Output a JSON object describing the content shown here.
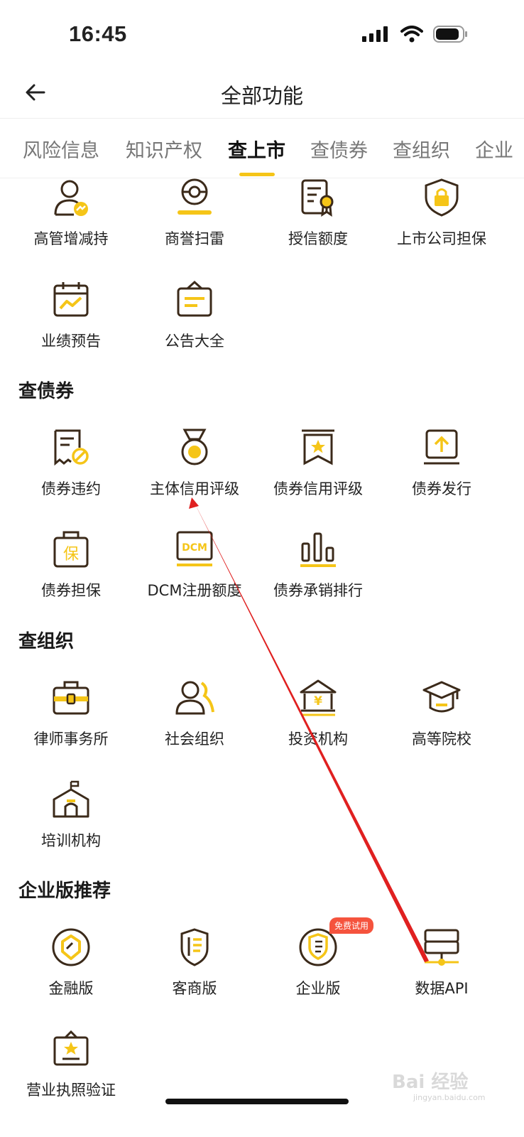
{
  "status": {
    "time": "16:45"
  },
  "nav": {
    "title": "全部功能"
  },
  "tabs": [
    {
      "label": "风险信息"
    },
    {
      "label": "知识产权"
    },
    {
      "label": "查上市",
      "active": true
    },
    {
      "label": "查债券"
    },
    {
      "label": "查组织"
    },
    {
      "label": "企业"
    }
  ],
  "listed": {
    "items": [
      {
        "label": "高管增减持",
        "icon": "executive-icon"
      },
      {
        "label": "商誉扫雷",
        "icon": "goodwill-mine-icon"
      },
      {
        "label": "授信额度",
        "icon": "credit-certificate-icon"
      },
      {
        "label": "上市公司担保",
        "icon": "shield-lock-icon"
      },
      {
        "label": "业绩预告",
        "icon": "calendar-chart-icon"
      },
      {
        "label": "公告大全",
        "icon": "announcement-board-icon"
      }
    ]
  },
  "bonds": {
    "title": "查债券",
    "items": [
      {
        "label": "债券违约",
        "icon": "bond-default-icon"
      },
      {
        "label": "主体信用评级",
        "icon": "medal-icon"
      },
      {
        "label": "债券信用评级",
        "icon": "star-bookmark-icon"
      },
      {
        "label": "债券发行",
        "icon": "upload-icon"
      },
      {
        "label": "债券担保",
        "icon": "guarantee-bag-icon",
        "glyph": "保"
      },
      {
        "label": "DCM注册额度",
        "icon": "dcm-monitor-icon",
        "glyph": "DCM"
      },
      {
        "label": "债券承销排行",
        "icon": "bar-chart-icon"
      }
    ]
  },
  "orgs": {
    "title": "查组织",
    "items": [
      {
        "label": "律师事务所",
        "icon": "briefcase-icon"
      },
      {
        "label": "社会组织",
        "icon": "people-icon"
      },
      {
        "label": "投资机构",
        "icon": "bank-icon",
        "glyph": "¥"
      },
      {
        "label": "高等院校",
        "icon": "graduation-cap-icon"
      },
      {
        "label": "培训机构",
        "icon": "school-building-icon"
      }
    ]
  },
  "enterprise": {
    "title": "企业版推荐",
    "badge": "免费试用",
    "items": [
      {
        "label": "金融版",
        "icon": "finance-emblem-icon"
      },
      {
        "label": "客商版",
        "icon": "merchant-shield-icon"
      },
      {
        "label": "企业版",
        "icon": "enterprise-emblem-icon"
      },
      {
        "label": "数据API",
        "icon": "server-api-icon"
      },
      {
        "label": "营业执照验证",
        "icon": "license-frame-icon"
      }
    ]
  },
  "watermark": {
    "text": "Bai 经验",
    "sub": "jingyan.baidu.com"
  },
  "colors": {
    "accent": "#f5c518",
    "icon_stroke": "#3b2a1a",
    "badge": "#f5533d",
    "annotation": "#e02020"
  }
}
